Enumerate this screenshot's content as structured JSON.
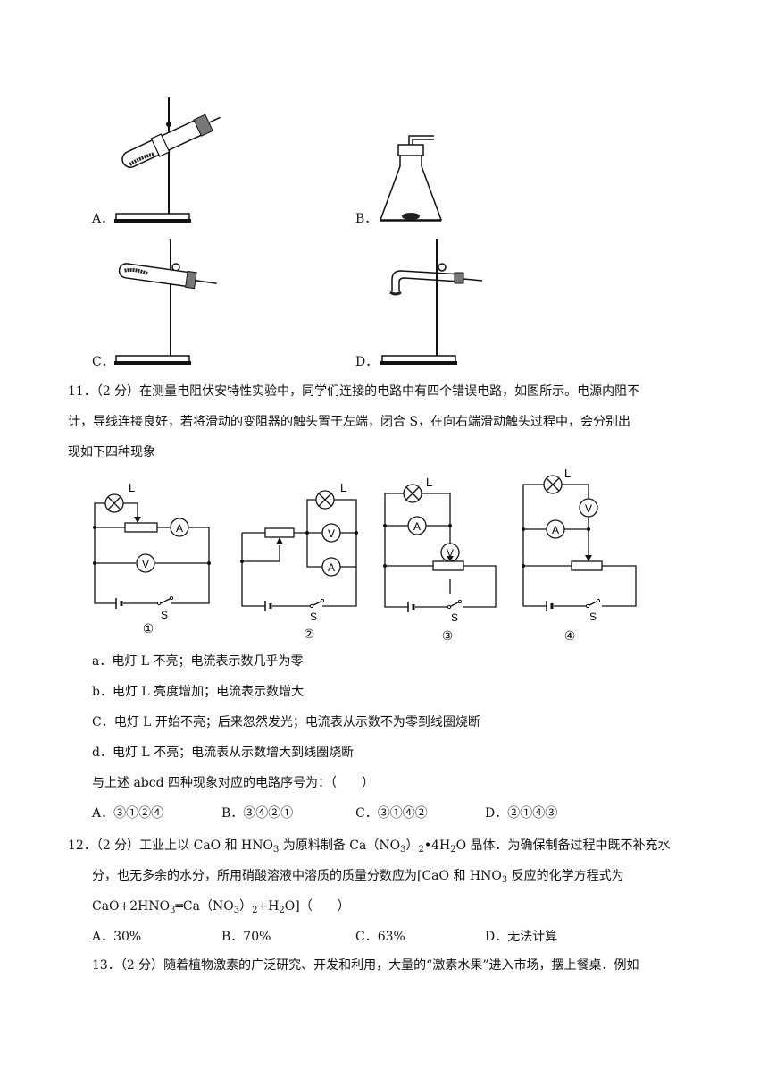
{
  "q10": {
    "options": [
      {
        "label": "A．"
      },
      {
        "label": "B．"
      },
      {
        "label": "C．"
      },
      {
        "label": "D．"
      }
    ]
  },
  "q11": {
    "stem_line1": "11．（2 分）在测量电阻伏安特性实验中，同学们连接的电路中有四个错误电路，如图所示。电源内阻不",
    "stem_line2": "计，导线连接良好，若将滑动的变阻器的触头置于左端，闭合 S，在向右端滑动触头过程中，会分别出",
    "stem_line3": "现如下四种现象",
    "circuits": [
      {
        "number": "①",
        "lamp": "L",
        "ammeter": "A",
        "voltmeter": "V",
        "switch": "S"
      },
      {
        "number": "②",
        "lamp": "L",
        "ammeter": "A",
        "voltmeter": "V",
        "switch": "S"
      },
      {
        "number": "③",
        "lamp": "L",
        "ammeter": "A",
        "voltmeter": "V",
        "switch": "S"
      },
      {
        "number": "④",
        "lamp": "L",
        "ammeter": "A",
        "voltmeter": "V",
        "switch": "S"
      }
    ],
    "phenomena": [
      "a．电灯 L 不亮；电流表示数几乎为零",
      "b．电灯 L 亮度增加；电流表示数增大",
      "C．电灯 L 开始不亮；后来忽然发光；电流表从示数不为零到线圈烧断",
      "d．电灯 L 不亮；电流表从示数增大到线圈烧断"
    ],
    "question": "与上述 abcd 四种现象对应的电路序号为：（　　）",
    "choices": [
      "A．③①②④",
      "B．③④②①",
      "C．③①④②",
      "D．②①④③"
    ]
  },
  "q12": {
    "stem_line1_a": "12．（2 分）工业上以 CaO 和 HNO",
    "stem_line1_sub1": "3",
    "stem_line1_b": " 为原料制备 Ca（NO",
    "stem_line1_sub2": "3",
    "stem_line1_c": "）",
    "stem_line1_sub3": "2",
    "stem_line1_d": "•4H",
    "stem_line1_sub4": "2",
    "stem_line1_e": "O 晶体．为确保制备过程中既不补充水",
    "stem_line2": "分，也无多余的水分，所用硝酸溶液中溶质的质量分数应为[CaO 和 HNO",
    "stem_line2_sub": "3",
    "stem_line2_b": " 反应的化学方程式为",
    "stem_line3_a": "CaO+2HNO",
    "stem_line3_sub1": "3",
    "stem_line3_b": "═Ca（NO",
    "stem_line3_sub2": "3",
    "stem_line3_c": "）",
    "stem_line3_sub3": "2",
    "stem_line3_d": "+H",
    "stem_line3_sub4": "2",
    "stem_line3_e": "O]（　　）",
    "choices": [
      "A．30%",
      "B．70%",
      "C．63%",
      "D．无法计算"
    ]
  },
  "q13": {
    "stem_line1": "13．（2 分）随着植物激素的广泛研究、开发和利用，大量的“激素水果”进入市场，摆上餐桌．例如"
  }
}
